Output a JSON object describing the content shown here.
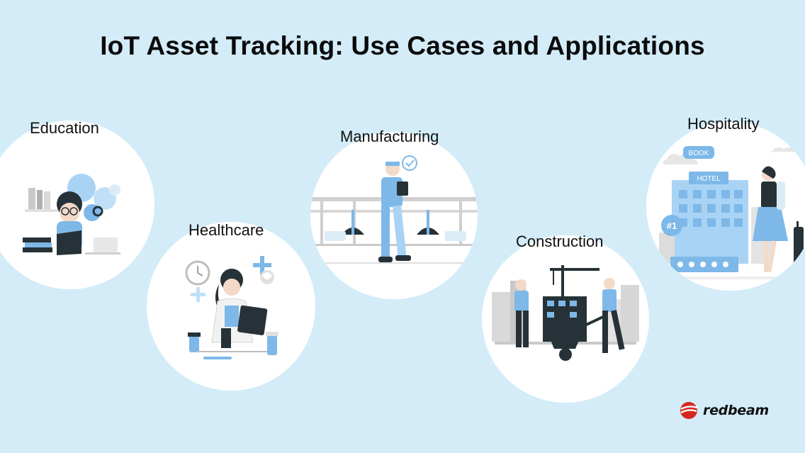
{
  "title": "IoT Asset Tracking: Use Cases and Applications",
  "use_cases": [
    {
      "label": "Education"
    },
    {
      "label": "Healthcare"
    },
    {
      "label": "Manufacturing"
    },
    {
      "label": "Construction"
    },
    {
      "label": "Hospitality"
    }
  ],
  "scene_text": {
    "hospitality_book": "BOOK",
    "hospitality_hotel": "HOTEL",
    "hospitality_rank": "#1"
  },
  "brand": {
    "name": "redbeam",
    "logo_color": "#d7261f"
  },
  "colors": {
    "background": "#d3ecf8",
    "accent_blue": "#7db8e8",
    "dark": "#263238"
  }
}
